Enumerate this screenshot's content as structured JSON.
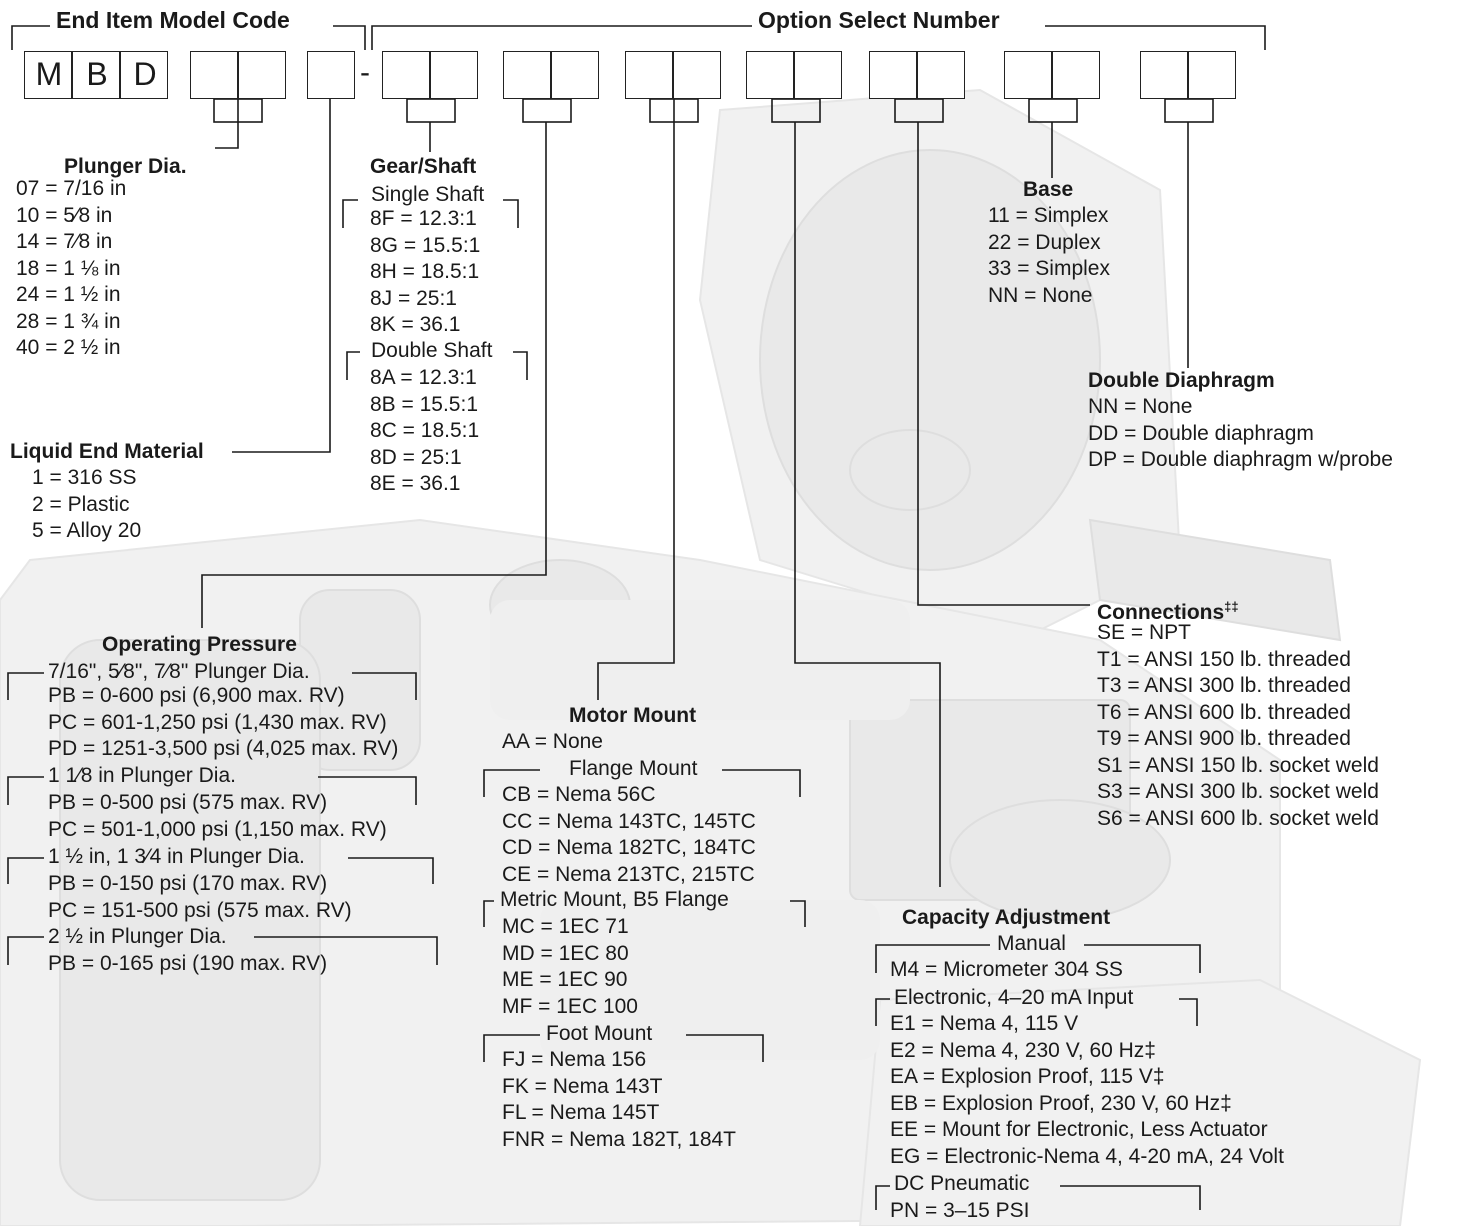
{
  "header": {
    "end_item_model_code": "End Item Model Code",
    "option_select_number": "Option Select Number",
    "model_letters": [
      "M",
      "B",
      "D"
    ],
    "separator": "-"
  },
  "plunger_dia": {
    "title": "Plunger Dia.",
    "items": [
      "07 = 7/16 in",
      "10 = 5⁄8 in",
      "14 = 7⁄8 in",
      "18 = 1 ⅛ in",
      "24 = 1 ½ in",
      "28 = 1 ¾ in",
      "40 = 2 ½ in"
    ]
  },
  "liquid_end_material": {
    "title": "Liquid End Material",
    "items": [
      "1 = 316 SS",
      "2 = Plastic",
      "5 = Alloy 20"
    ]
  },
  "gear_shaft": {
    "title": "Gear/Shaft",
    "single_label": "Single Shaft",
    "single_items": [
      "8F = 12.3:1",
      "8G = 15.5:1",
      "8H = 18.5:1",
      "8J = 25:1",
      "8K = 36.1"
    ],
    "double_label": "Double Shaft",
    "double_items": [
      "8A = 12.3:1",
      "8B = 15.5:1",
      "8C = 18.5:1",
      "8D = 25:1",
      "8E = 36.1"
    ]
  },
  "base": {
    "title": "Base",
    "items": [
      "11  = Simplex",
      "22  = Duplex",
      "33  = Simplex",
      "NN = None"
    ]
  },
  "double_diaphragm": {
    "title": "Double Diaphragm",
    "items": [
      "NN = None",
      "DD = Double diaphragm",
      "DP = Double diaphragm w/probe"
    ]
  },
  "connections": {
    "title": "Connections",
    "title_sup": "‡‡",
    "items": [
      "SE = NPT",
      "T1 = ANSI 150 lb. threaded",
      "T3 = ANSI 300 lb. threaded",
      "T6 = ANSI 600 lb. threaded",
      "T9 = ANSI 900 lb. threaded",
      "S1 = ANSI 150 lb. socket weld",
      "S3 = ANSI 300 lb. socket weld",
      "S6 = ANSI 600 lb. socket weld"
    ]
  },
  "operating_pressure": {
    "title": "Operating Pressure",
    "groups": [
      {
        "label": "7/16\", 5⁄8\", 7⁄8\" Plunger Dia.",
        "items": [
          "PB = 0-600 psi (6,900 max. RV)",
          "PC = 601-1,250 psi (1,430 max. RV)",
          "PD = 1251-3,500 psi (4,025 max. RV)"
        ]
      },
      {
        "label": "1 1⁄8 in Plunger Dia.",
        "items": [
          "PB = 0-500 psi (575 max. RV)",
          "PC = 501-1,000 psi (1,150 max. RV)"
        ]
      },
      {
        "label": "1 ½ in, 1 3⁄4 in Plunger Dia.",
        "items": [
          "PB = 0-150 psi (170 max. RV)",
          "PC = 151-500 psi (575 max. RV)"
        ]
      },
      {
        "label": "2 ½ in Plunger Dia.",
        "items": [
          "PB = 0-165 psi (190 max. RV)"
        ]
      }
    ]
  },
  "motor_mount": {
    "title": "Motor Mount",
    "none_item": "AA = None",
    "groups": [
      {
        "label": "Flange Mount",
        "items": [
          "CB = Nema 56C",
          "CC = Nema 143TC, 145TC",
          "CD = Nema 182TC, 184TC",
          "CE = Nema 213TC, 215TC"
        ]
      },
      {
        "label": "Metric Mount, B5 Flange",
        "items": [
          "MC = 1EC 71",
          "MD = 1EC 80",
          "ME = 1EC 90",
          "MF = 1EC 100"
        ]
      },
      {
        "label": "Foot Mount",
        "items": [
          "FJ = Nema 156",
          "FK = Nema 143T",
          "FL = Nema 145T",
          "FNR = Nema 182T, 184T"
        ]
      }
    ]
  },
  "capacity_adjustment": {
    "title": "Capacity Adjustment",
    "groups": [
      {
        "label": "Manual",
        "items": [
          "M4 = Micrometer 304 SS"
        ]
      },
      {
        "label": "Electronic, 4–20 mA Input",
        "items": [
          "E1 = Nema 4, 115 V",
          "E2 = Nema 4, 230 V, 60 Hz‡",
          "EA = Explosion Proof, 115 V‡",
          "EB = Explosion Proof, 230 V, 60 Hz‡",
          "EE = Mount for Electronic, Less Actuator",
          "EG = Electronic-Nema 4, 4-20 mA, 24 Volt"
        ]
      },
      {
        "label": "DC Pneumatic",
        "items": [
          "PN = 3–15 PSI"
        ]
      }
    ]
  }
}
